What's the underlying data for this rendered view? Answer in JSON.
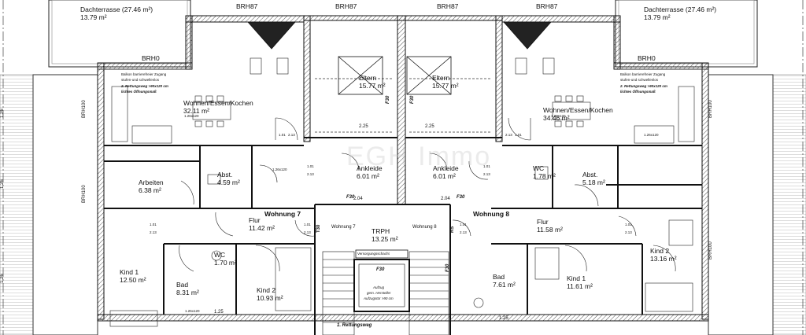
{
  "terraces": {
    "left_name": "Dachterrasse (27.46 m²)",
    "left_area": "13.79 m²",
    "right_name": "Dachterrasse (27.46 m²)",
    "right_area": "13.79 m²"
  },
  "brh_top": [
    "BRH87",
    "BRH87",
    "BRH87",
    "BRH87"
  ],
  "brh0_left": "BRH0",
  "brh0_right": "BRH0",
  "brh100_side": [
    "BRH100",
    "BRH100",
    "BRH100",
    "BRH100"
  ],
  "balcony_note": {
    "line1": "Balkon barrierefreier Zugang",
    "line2": "stufen-und schwellenlos",
    "line3": "2. Rettungsweg >90x120 cm",
    "line4": "lichtes Öffnungsmaß"
  },
  "rooms": {
    "wohnen_l": {
      "name": "Wohnen/Essen/Kochen",
      "area": "32.11 m²"
    },
    "wohnen_r": {
      "name": "Wohnen/Essen/Kochen",
      "area": "34.46 m²"
    },
    "eltern_l": {
      "name": "Eltern",
      "area": "15.77 m²"
    },
    "eltern_r": {
      "name": "Eltern",
      "area": "15.77 m²"
    },
    "ankleide_l": {
      "name": "Ankleide",
      "area": "6.01 m²"
    },
    "ankleide_r": {
      "name": "Ankleide",
      "area": "6.01 m²"
    },
    "arbeiten": {
      "name": "Arbeiten",
      "area": "6.38 m²"
    },
    "abst_l": {
      "name": "Abst.",
      "area": "4.59 m²"
    },
    "abst_r": {
      "name": "Abst.",
      "area": "5.18 m²"
    },
    "wc_l": {
      "name": "WC",
      "area": "1.70 m²"
    },
    "wc_r": {
      "name": "WC",
      "area": "1.78 m²"
    },
    "flur_l": {
      "name": "Flur",
      "area": "11.42 m²"
    },
    "flur_r": {
      "name": "Flur",
      "area": "11.58 m²"
    },
    "trph": {
      "name": "TRPH",
      "area": "13.25 m²"
    },
    "kind1_l": {
      "name": "Kind 1",
      "area": "12.50 m²"
    },
    "kind2_l": {
      "name": "Kind 2",
      "area": "10.93 m²"
    },
    "bad_l": {
      "name": "Bad",
      "area": "8.31 m²"
    },
    "bad_r": {
      "name": "Bad",
      "area": "7.61 m²"
    },
    "kind1_r": {
      "name": "Kind 1",
      "area": "11.61 m²"
    },
    "kind2_r": {
      "name": "Kind 2",
      "area": "13.16 m²"
    }
  },
  "labels": {
    "wohnung7": "Wohnung 7",
    "wohnung8": "Wohnung 8",
    "wohnung7_small": "Wohnung 7",
    "wohnung8_small": "Wohnung 8",
    "f30": "F30",
    "t30": "T30",
    "rs": "RS",
    "aufzug1": "Aufzug",
    "aufzug2": "gem. Hersteller",
    "aufzug3": "Aufzugstür >90 cm",
    "versorgung": "Versorgungsschacht",
    "rettungsweg": "1. Rettungsweg",
    "dim_225": "2.25",
    "dim_204": "2.04",
    "dim_125": "1.25"
  },
  "door_tags": {
    "d1": "1.01",
    "d2": "2.13",
    "w1": "1.26x120"
  },
  "side_dims": [
    "1.26",
    "1.26",
    "1.26"
  ],
  "watermark": "EGH Immo"
}
